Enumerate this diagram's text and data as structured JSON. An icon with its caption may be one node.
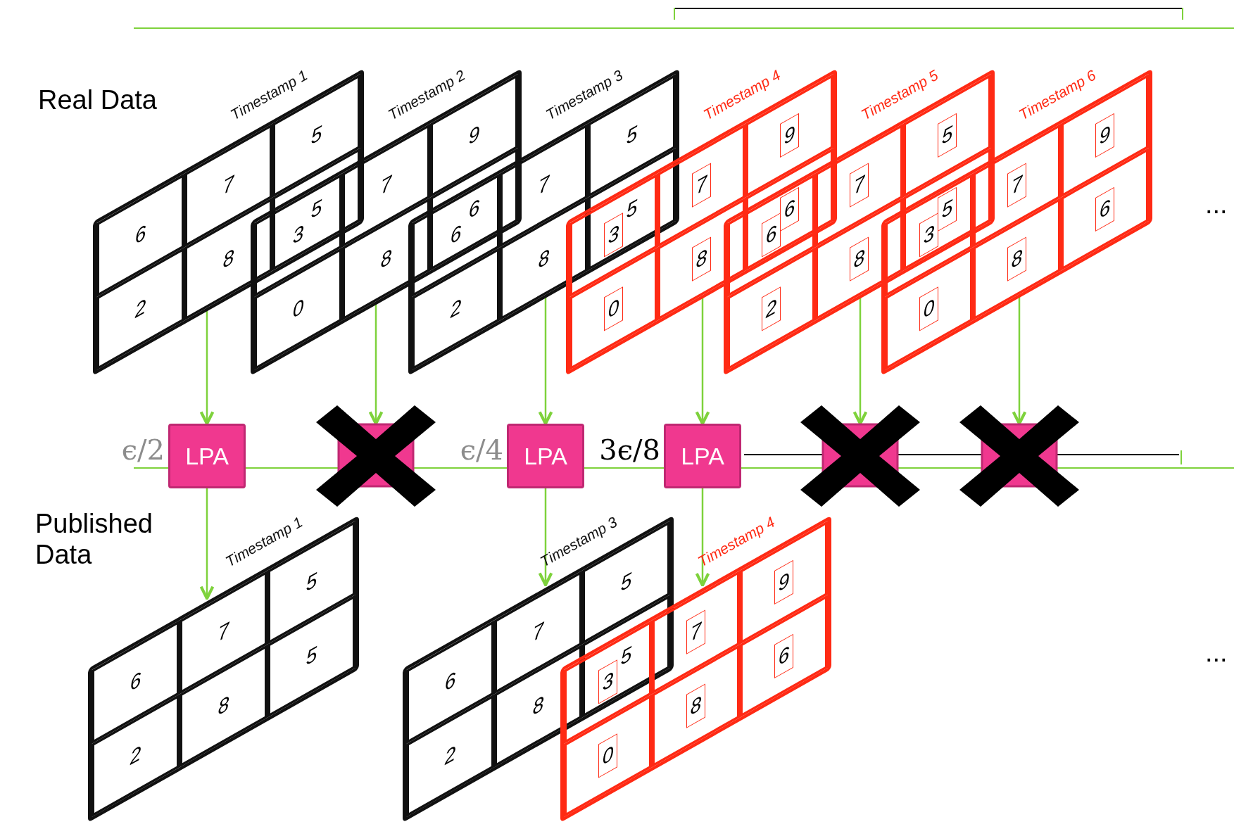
{
  "diagram": {
    "nodes": [
      {
        "text": [
          "Timestamp 1",
          "6",
          "7",
          "5",
          "2",
          "8",
          "5"
        ]
      },
      {
        "text": [
          "Timestamp 2",
          "3",
          "7",
          "9",
          "0",
          "8",
          "6"
        ]
      },
      {
        "text": [
          "Timestamp 3",
          "6",
          "7",
          "5",
          "2",
          "8",
          "5"
        ]
      },
      {
        "text": [
          "Timestamp 4",
          "3",
          "7",
          "9",
          "0",
          "8",
          "6"
        ]
      },
      {
        "text": [
          "Timestamp 5",
          "6",
          "7",
          "5",
          "2",
          "8",
          "5"
        ]
      },
      {
        "text": [
          "Timestamp 6",
          "3",
          "7",
          "9",
          "0",
          "8",
          "6"
        ]
      },
      {
        "text": [
          "LPA"
        ],
        "beside": [
          "ϵ/2"
        ]
      },
      {
        "text": [],
        "shape": "box"
      },
      {
        "text": [
          "LPA"
        ],
        "beside": [
          "ϵ/4"
        ]
      },
      {
        "text": [
          "LPA"
        ],
        "beside": [
          "3ϵ/8"
        ]
      },
      {
        "text": [],
        "shape": "box"
      },
      {
        "text": [],
        "shape": "box"
      },
      {
        "text": [
          "Timestamp 1",
          "6",
          "7",
          "5",
          "2",
          "8",
          "5"
        ]
      },
      {
        "text": [
          "Timestamp 3",
          "6",
          "7",
          "5",
          "2",
          "8",
          "5"
        ]
      },
      {
        "text": [
          "Timestamp 4",
          "3",
          "7",
          "9",
          "0",
          "8",
          "6"
        ]
      }
    ],
    "edges": [
      {
        "from": 0,
        "to": 6,
        "arrow": "to"
      },
      {
        "from": 1,
        "to": 7,
        "arrow": "to"
      },
      {
        "from": 2,
        "to": 8,
        "arrow": "to"
      },
      {
        "from": 3,
        "to": 9,
        "arrow": "to"
      },
      {
        "from": 4,
        "to": 10,
        "arrow": "to"
      },
      {
        "from": 5,
        "to": 11,
        "arrow": "to"
      },
      {
        "from": 6,
        "to": 12,
        "arrow": "to"
      },
      {
        "from": 8,
        "to": 13,
        "arrow": "to"
      },
      {
        "from": 9,
        "to": 14,
        "arrow": "to"
      }
    ],
    "labels": [
      "Real Data",
      "Published Data",
      "...",
      "..."
    ]
  }
}
